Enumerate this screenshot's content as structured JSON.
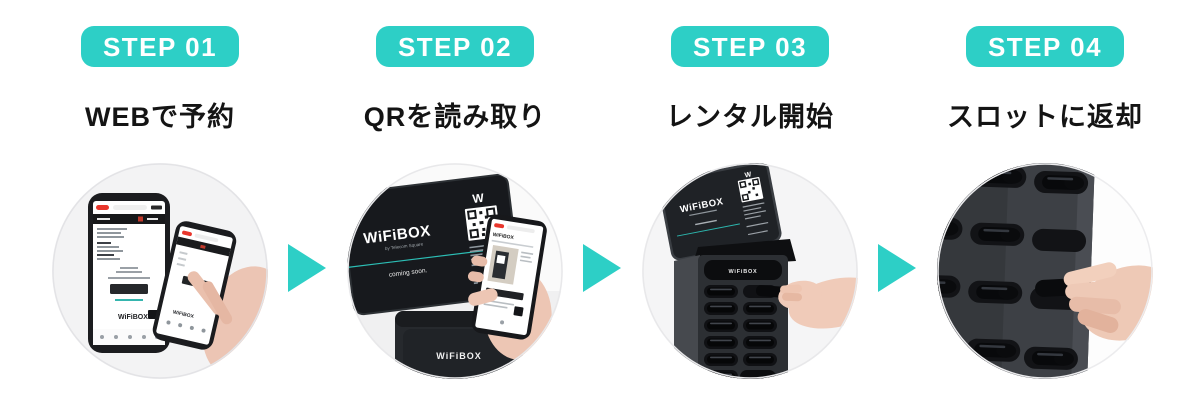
{
  "theme": {
    "accent": "#2dcfc6",
    "badge_text_color": "#ffffff",
    "title_color": "#141414",
    "background": "#ffffff",
    "photo_ring_color": "#e6e6e8"
  },
  "steps": [
    {
      "badge": "STEP 01",
      "title": "WEBで予約",
      "illustration": "two-phones-web-reservation"
    },
    {
      "badge": "STEP 02",
      "title": "QRを読み取り",
      "illustration": "kiosk-screen-qr-scan-with-phone"
    },
    {
      "badge": "STEP 03",
      "title": "レンタル開始",
      "illustration": "wifibox-kiosk-take-router-from-slot"
    },
    {
      "badge": "STEP 04",
      "title": "スロットに返却",
      "illustration": "hand-returning-router-to-slot-panel"
    }
  ],
  "photo_text": {
    "brand": "WiFiBOX",
    "brand_sub": "by Telecom Square",
    "coming_soon": "coming soon.",
    "logo_mark": "W"
  }
}
